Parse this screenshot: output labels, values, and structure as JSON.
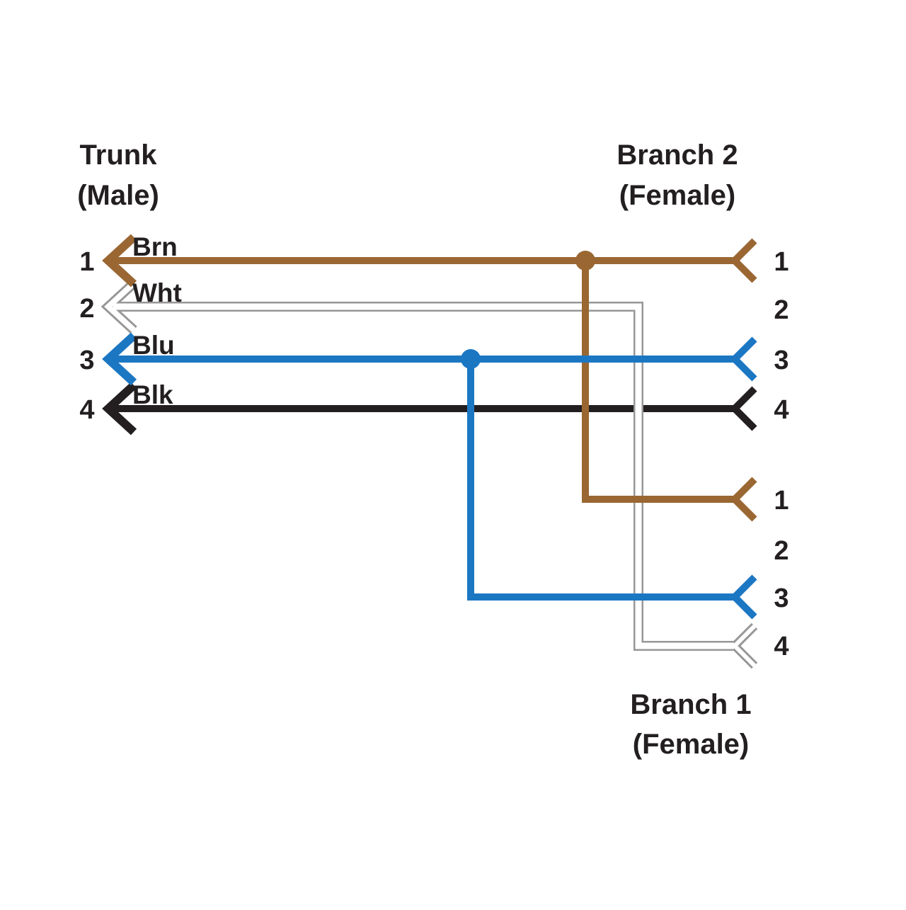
{
  "page": {
    "background": "#ffffff",
    "text_color": "#231f20"
  },
  "connectors": {
    "trunk": {
      "title": "Trunk",
      "subtitle": "(Male)",
      "pins": [
        "1",
        "2",
        "3",
        "4"
      ]
    },
    "branch2": {
      "title": "Branch 2",
      "subtitle": "(Female)",
      "pins": [
        "1",
        "2",
        "3",
        "4"
      ]
    },
    "branch1": {
      "title": "Branch 1",
      "subtitle": "(Female)",
      "pins": [
        "1",
        "2",
        "3",
        "4"
      ]
    }
  },
  "wires": {
    "brn": {
      "label": "Brn",
      "color": "#9A6733"
    },
    "wht": {
      "label": "Wht",
      "color": "#FFFFFF",
      "outline": "#979797"
    },
    "blu": {
      "label": "Blu",
      "color": "#1C77C3"
    },
    "blk": {
      "label": "Blk",
      "color": "#231F20"
    }
  }
}
